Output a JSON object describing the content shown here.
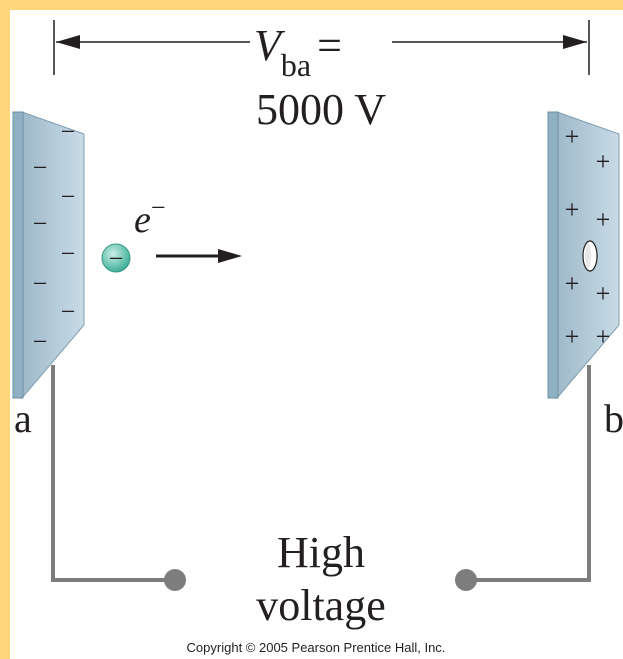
{
  "figure": {
    "voltage_symbol": "V",
    "voltage_subscript": "ba",
    "equals": "=",
    "voltage_value": "5000 V",
    "electron_symbol": "e",
    "electron_superscript": "−",
    "electron_sign": "−",
    "plate_a_label": "a",
    "plate_b_label": "b",
    "negative_sign": "−",
    "positive_sign": "+",
    "source_label_line1": "High",
    "source_label_line2": "voltage",
    "copyright": "Copyright © 2005 Pearson Prentice Hall, Inc."
  },
  "colors": {
    "frame": "#ffd77a",
    "panel": "#ffffff",
    "plate_face": "#b8cfdc",
    "plate_edge": "#7f9db0",
    "wire": "#7d7d7d",
    "terminal": "#7d7d7d",
    "electron": "#5fc5b1",
    "ink": "#231f20"
  }
}
